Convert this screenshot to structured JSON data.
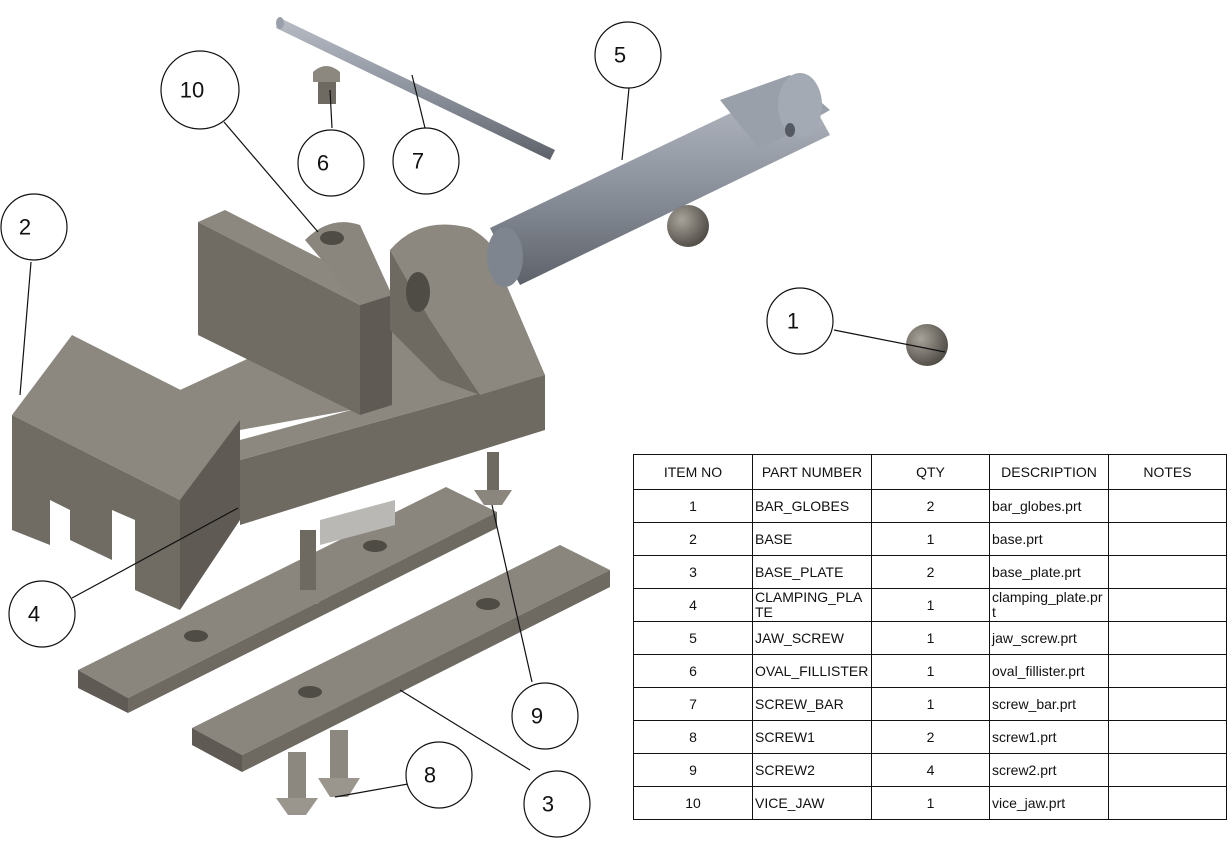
{
  "balloons": [
    "1",
    "2",
    "3",
    "4",
    "5",
    "6",
    "7",
    "8",
    "9",
    "10"
  ],
  "bom": {
    "headers": {
      "item": "ITEM NO",
      "part": "PART NUMBER",
      "qty": "QTY",
      "desc": "DESCRIPTION",
      "notes": "NOTES"
    },
    "rows": [
      {
        "item": "1",
        "part": "BAR_GLOBES",
        "qty": "2",
        "desc": "bar_globes.prt",
        "notes": ""
      },
      {
        "item": "2",
        "part": "BASE",
        "qty": "1",
        "desc": "base.prt",
        "notes": ""
      },
      {
        "item": "3",
        "part": "BASE_PLATE",
        "qty": "2",
        "desc": "base_plate.prt",
        "notes": ""
      },
      {
        "item": "4",
        "part": "CLAMPING_PLATE",
        "qty": "1",
        "desc": "clamping_plate.prt",
        "notes": ""
      },
      {
        "item": "5",
        "part": "JAW_SCREW",
        "qty": "1",
        "desc": "jaw_screw.prt",
        "notes": ""
      },
      {
        "item": "6",
        "part": "OVAL_FILLISTER",
        "qty": "1",
        "desc": "oval_fillister.prt",
        "notes": ""
      },
      {
        "item": "7",
        "part": "SCREW_BAR",
        "qty": "1",
        "desc": "screw_bar.prt",
        "notes": ""
      },
      {
        "item": "8",
        "part": "SCREW1",
        "qty": "2",
        "desc": "screw1.prt",
        "notes": ""
      },
      {
        "item": "9",
        "part": "SCREW2",
        "qty": "4",
        "desc": "screw2.prt",
        "notes": ""
      },
      {
        "item": "10",
        "part": "VICE_JAW",
        "qty": "1",
        "desc": "vice_jaw.prt",
        "notes": ""
      }
    ]
  },
  "colors": {
    "part_face": "#7a766e",
    "part_dark": "#5f5b54",
    "part_light": "#8c887f",
    "screw_blue": "#8c939e",
    "line": "#111111"
  }
}
